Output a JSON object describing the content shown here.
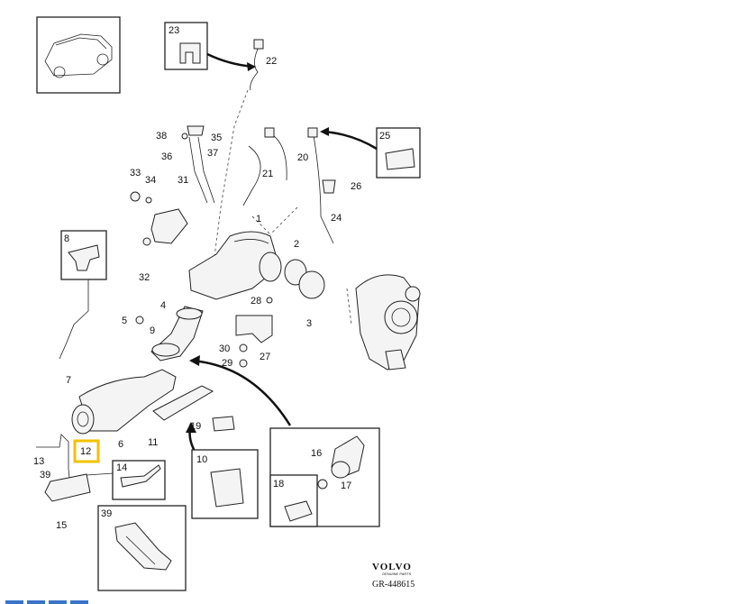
{
  "callouts": {
    "n1": "1",
    "n2": "2",
    "n3": "3",
    "n4": "4",
    "n5": "5",
    "n6": "6",
    "n7": "7",
    "n8": "8",
    "n9": "9",
    "n10": "10",
    "n11": "11",
    "n12": "12",
    "n13": "13",
    "n14": "14",
    "n15": "15",
    "n16": "16",
    "n17": "17",
    "n18": "18",
    "n19": "19",
    "n20": "20",
    "n21": "21",
    "n22": "22",
    "n23": "23",
    "n24": "24",
    "n25": "25",
    "n26": "26",
    "n27": "27",
    "n28": "28",
    "n29": "29",
    "n30": "30",
    "n31": "31",
    "n32": "32",
    "n33": "33",
    "n34": "34",
    "n35": "35",
    "n36": "36",
    "n37": "37",
    "n38": "38",
    "n39": "39",
    "n39b": "39"
  },
  "brand": {
    "name": "VOLVO",
    "tagline": "GENUINE PARTS"
  },
  "reference": "GR-448615",
  "highlight": {
    "part": "12",
    "color": "#f2c200"
  }
}
